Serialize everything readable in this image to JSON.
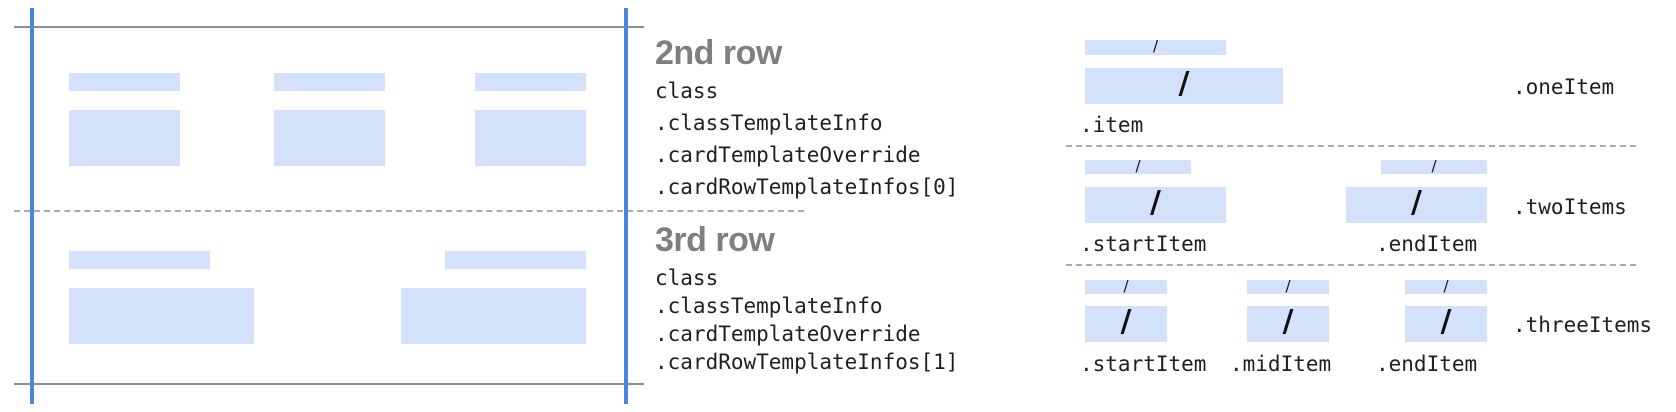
{
  "rows": [
    {
      "heading": "2nd row",
      "path": [
        "class",
        ".classTemplateInfo",
        ".cardTemplateOverride",
        ".cardRowTemplateInfos[0]"
      ]
    },
    {
      "heading": "3rd row",
      "path": [
        "class",
        ".classTemplateInfo",
        ".cardTemplateOverride",
        ".cardRowTemplateInfos[1]"
      ]
    }
  ],
  "templates": {
    "one_items": {
      "name": ".oneItem",
      "slots": [
        ".item"
      ]
    },
    "two_items": {
      "name": ".twoItems",
      "slots": [
        ".startItem",
        ".endItem"
      ]
    },
    "three_items": {
      "name": ".threeItems",
      "slots": [
        ".startItem",
        ".midItem",
        ".endItem"
      ]
    }
  },
  "placeholder_glyph": "/",
  "colors": {
    "placeholder": "#d4e1fa",
    "card_edge": "#4a86e0",
    "divider": "#8a8d91",
    "heading": "#7d7f82"
  }
}
